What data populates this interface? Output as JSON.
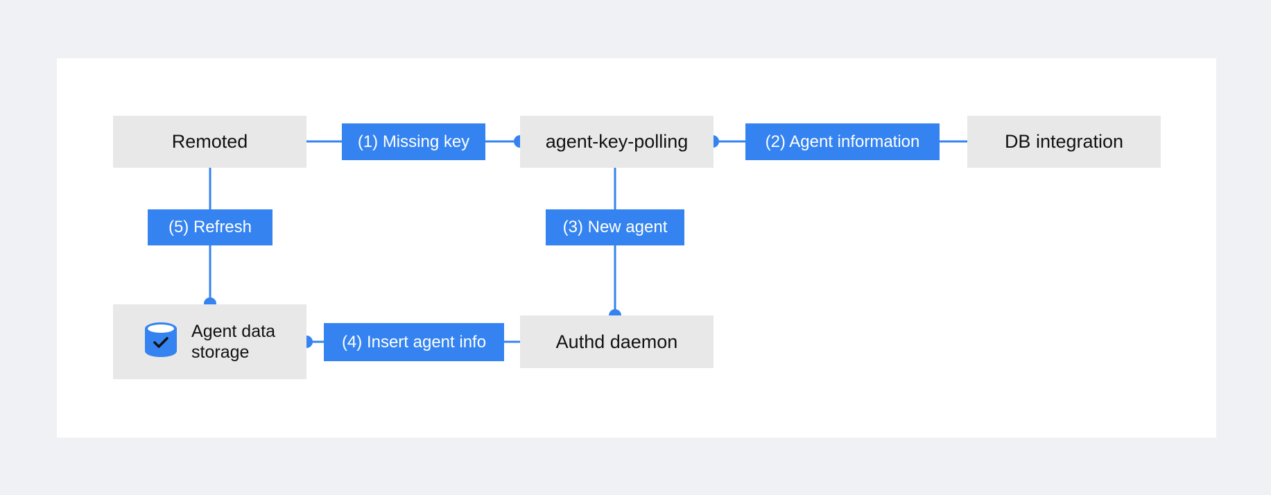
{
  "colors": {
    "background": "#f0f1f4",
    "card": "#ffffff",
    "node": "#e8e8e8",
    "accent": "#3483f0"
  },
  "nodes": {
    "remoted": "Remoted",
    "agent_key_polling": "agent-key-polling",
    "db_integration": "DB integration",
    "authd_daemon": "Authd daemon",
    "agent_data_storage_line1": "Agent data",
    "agent_data_storage_line2": "storage"
  },
  "edges": {
    "missing_key": "(1) Missing key",
    "agent_information": "(2) Agent information",
    "new_agent": "(3) New agent",
    "insert_agent_info": "(4) Insert agent info",
    "refresh": "(5) Refresh"
  },
  "icons": {
    "storage": "database-check-icon"
  }
}
